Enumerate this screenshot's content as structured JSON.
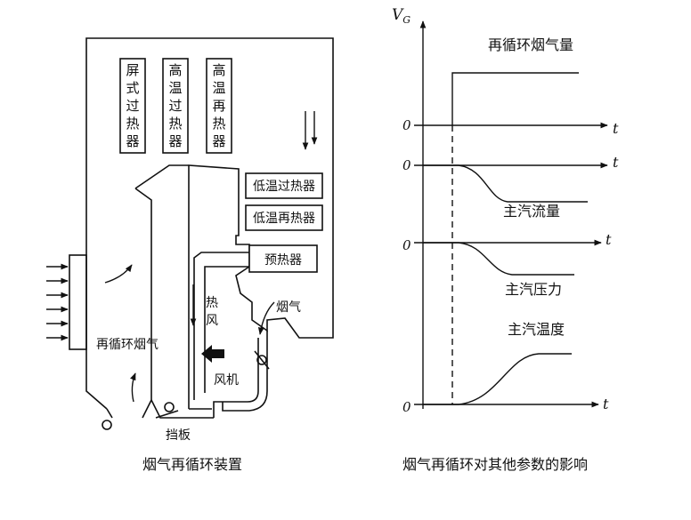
{
  "boiler": {
    "screen_superheater": [
      "屏",
      "式",
      "过",
      "热",
      "器"
    ],
    "ht_superheater": [
      "高",
      "温",
      "过",
      "热",
      "器"
    ],
    "ht_reheater": [
      "高",
      "温",
      "再",
      "热",
      "器"
    ],
    "lt_superheater": "低温过热器",
    "lt_reheater": "低温再热器",
    "preheater": "预热器",
    "hot_air": [
      "热",
      "风"
    ],
    "flue_gas": "烟气",
    "recirc_flue_gas": "再循环烟气",
    "fan": "风机",
    "damper": "挡板",
    "caption": "烟气再循环装置"
  },
  "effects": {
    "y_axis_label": "V",
    "y_axis_sub": "G",
    "zero": "0",
    "t": "t",
    "recirc_gas_volume": "再循环烟气量",
    "main_steam_flow": "主汽流量",
    "main_steam_pressure": "主汽压力",
    "main_steam_temp": "主汽温度",
    "caption": "烟气再循环对其他参数的影响"
  }
}
